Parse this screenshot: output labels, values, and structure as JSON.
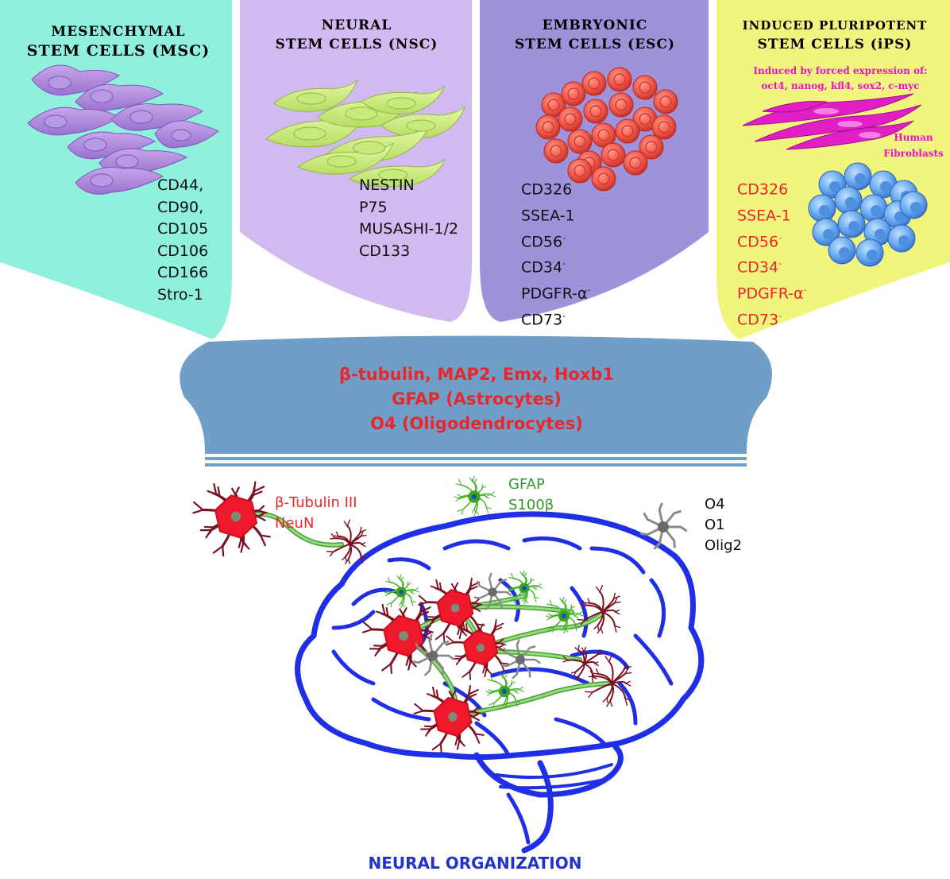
{
  "panels": {
    "msc": {
      "title": [
        "MESENCHYMAL",
        "STEM CELLS (MSC)"
      ],
      "markers": [
        "CD44,",
        "CD90,",
        "CD105",
        "CD106",
        "CD166",
        "Stro-1"
      ]
    },
    "nsc": {
      "title": [
        "NEURAL",
        "STEM CELLS (NSC)"
      ],
      "markers": [
        "NESTIN",
        "P75",
        "MUSASHI-1/2",
        "CD133"
      ]
    },
    "esc": {
      "title": [
        "EMBRYONIC",
        "STEM CELLS (ESC)"
      ],
      "markers": [
        "CD326",
        "SSEA-1",
        "CD56",
        "CD34",
        "PDGFR-α",
        "CD73"
      ],
      "marker_superscripts": [
        "",
        "",
        "-",
        "-",
        "-",
        "-"
      ]
    },
    "ips": {
      "title": [
        "INDUCED PLURIPOTENT",
        "STEM CELLS (iPS)"
      ],
      "induction_note": [
        "Induced by forced expression of:",
        "oct4, nanog, kfl4, sox2, c-myc"
      ],
      "fibroblast_label": [
        "Human",
        "Fibroblasts"
      ],
      "markers": [
        "CD326",
        "SSEA-1",
        "CD56",
        "CD34",
        "PDGFR-α",
        "CD73"
      ],
      "marker_superscripts": [
        "",
        "",
        "-",
        "-",
        "-",
        "-"
      ]
    }
  },
  "differentiation": {
    "lines": [
      "β-tubulin, MAP2, Emx, Hoxb1",
      "GFAP (Astrocytes)",
      "O4 (Oligodendrocytes)"
    ]
  },
  "cell_types": {
    "neuron": [
      "β-Tubulin III",
      "NeuN"
    ],
    "astrocyte": [
      "GFAP",
      "S100β"
    ],
    "oligodendrocyte": [
      "O4",
      "O1",
      "Olig2"
    ]
  },
  "footer": {
    "label": "NEURAL ORGANIZATION"
  },
  "colors": {
    "msc_bg": "#8ff0dc",
    "nsc_bg": "#d2b9ef",
    "esc_bg": "#9e92db",
    "ips_bg": "#f1f57e",
    "arch": "#6f9fc6",
    "brain": "#1f2fe6",
    "neuron": "#f0192b",
    "astrocyte": "#4ab82e",
    "red_text": "#e8262b",
    "magenta_text": "#e612c4",
    "footer_text": "#2133c8"
  }
}
